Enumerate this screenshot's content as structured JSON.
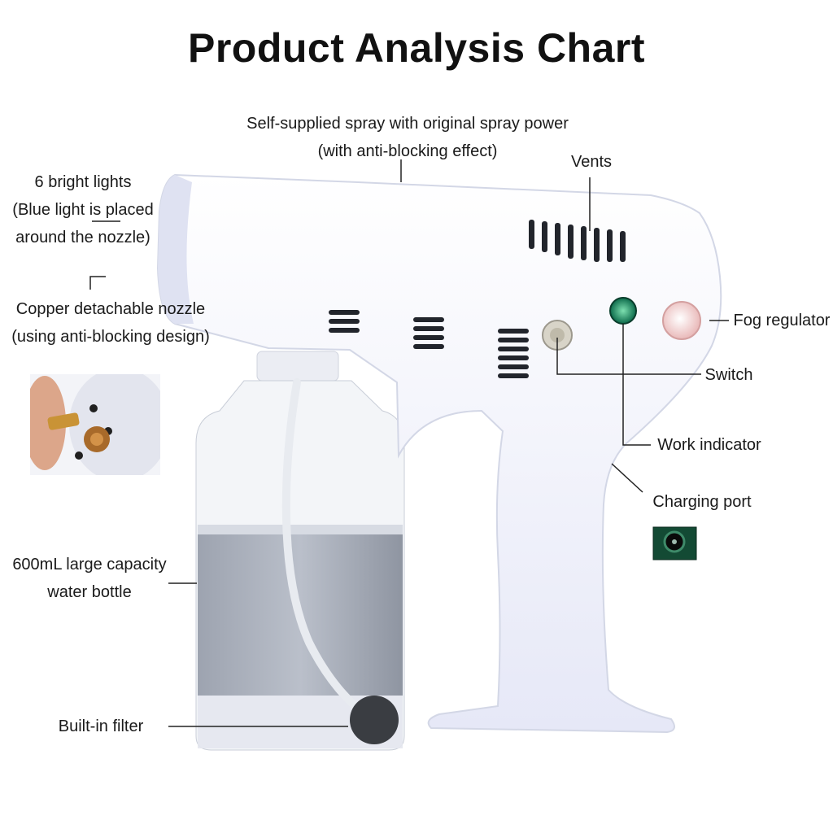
{
  "title": "Product Analysis Chart",
  "labels": {
    "spray": [
      "Self-supplied spray with original spray power",
      "(with anti-blocking effect)"
    ],
    "vents": "Vents",
    "lights": [
      "6 bright lights",
      "(Blue light is placed",
      "around the nozzle)"
    ],
    "nozzle": [
      "Copper detachable nozzle",
      "(using anti-blocking design)"
    ],
    "fog_regulator": "Fog regulator",
    "switch": "Switch",
    "work_indicator": "Work indicator",
    "charging_port": "Charging port",
    "bottle": [
      "600mL large capacity",
      "water bottle"
    ],
    "filter": "Built-in filter"
  }
}
